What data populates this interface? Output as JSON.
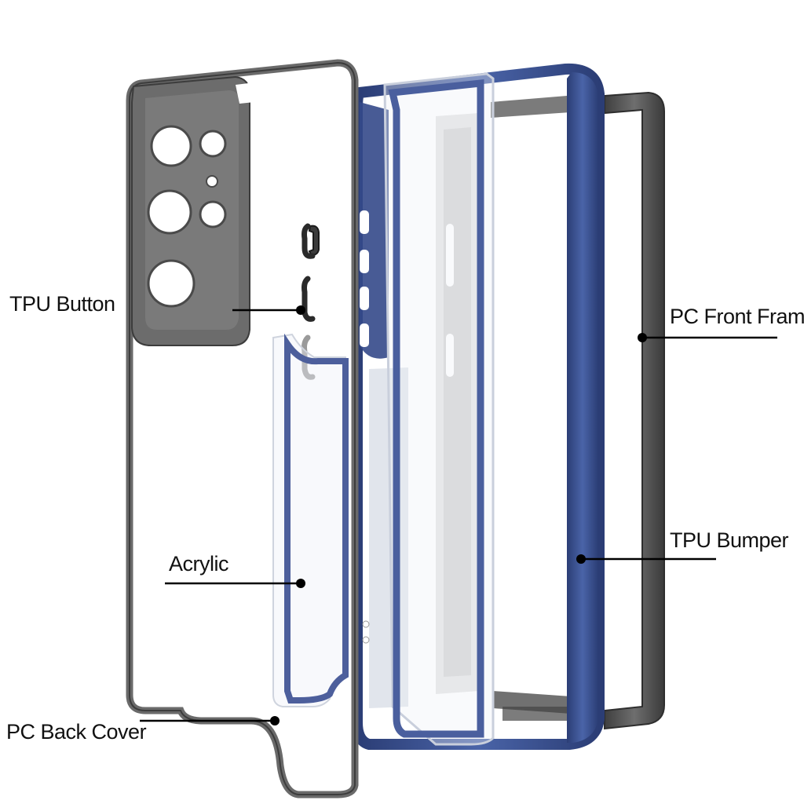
{
  "labels": {
    "tpu_button": "TPU Button",
    "pc_front_frame": "PC Front Frame",
    "tpu_bumper": "TPU Bumper",
    "acrylic": "Acrylic",
    "pc_back_cover": "PC Back Cover"
  },
  "colors": {
    "back_cover": "#6b6b6b",
    "back_cover_dark": "#4a4a4a",
    "bumper_blue": "#3d5597",
    "bumper_blue_dark": "#2c3f78",
    "front_frame": "#555555",
    "acrylic": "#d8dde8",
    "leader_line": "#000000"
  }
}
